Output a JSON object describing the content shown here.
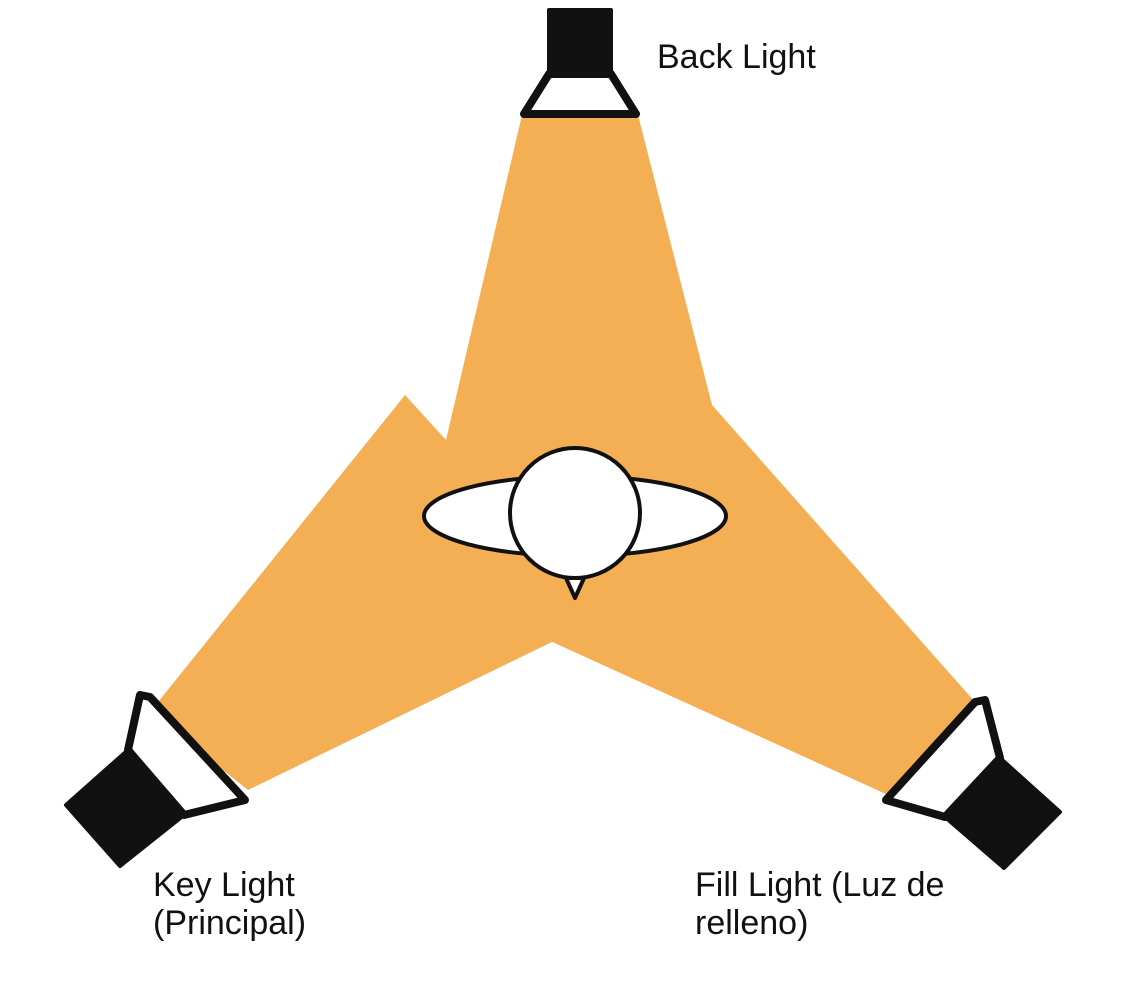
{
  "colors": {
    "beam": "#f4ae54",
    "lamp_body": "#111111",
    "lamp_lens": "#ffffff",
    "outline": "#111111",
    "subject_fill": "#ffffff",
    "background": "#ffffff"
  },
  "lights": {
    "back": {
      "line1": "Back Light"
    },
    "key": {
      "line1": "Key Light",
      "line2": "(Principal)"
    },
    "fill": {
      "line1": "Fill Light (Luz de",
      "line2": "relleno)"
    }
  },
  "subject": {
    "icon": "person-top-view-icon"
  }
}
